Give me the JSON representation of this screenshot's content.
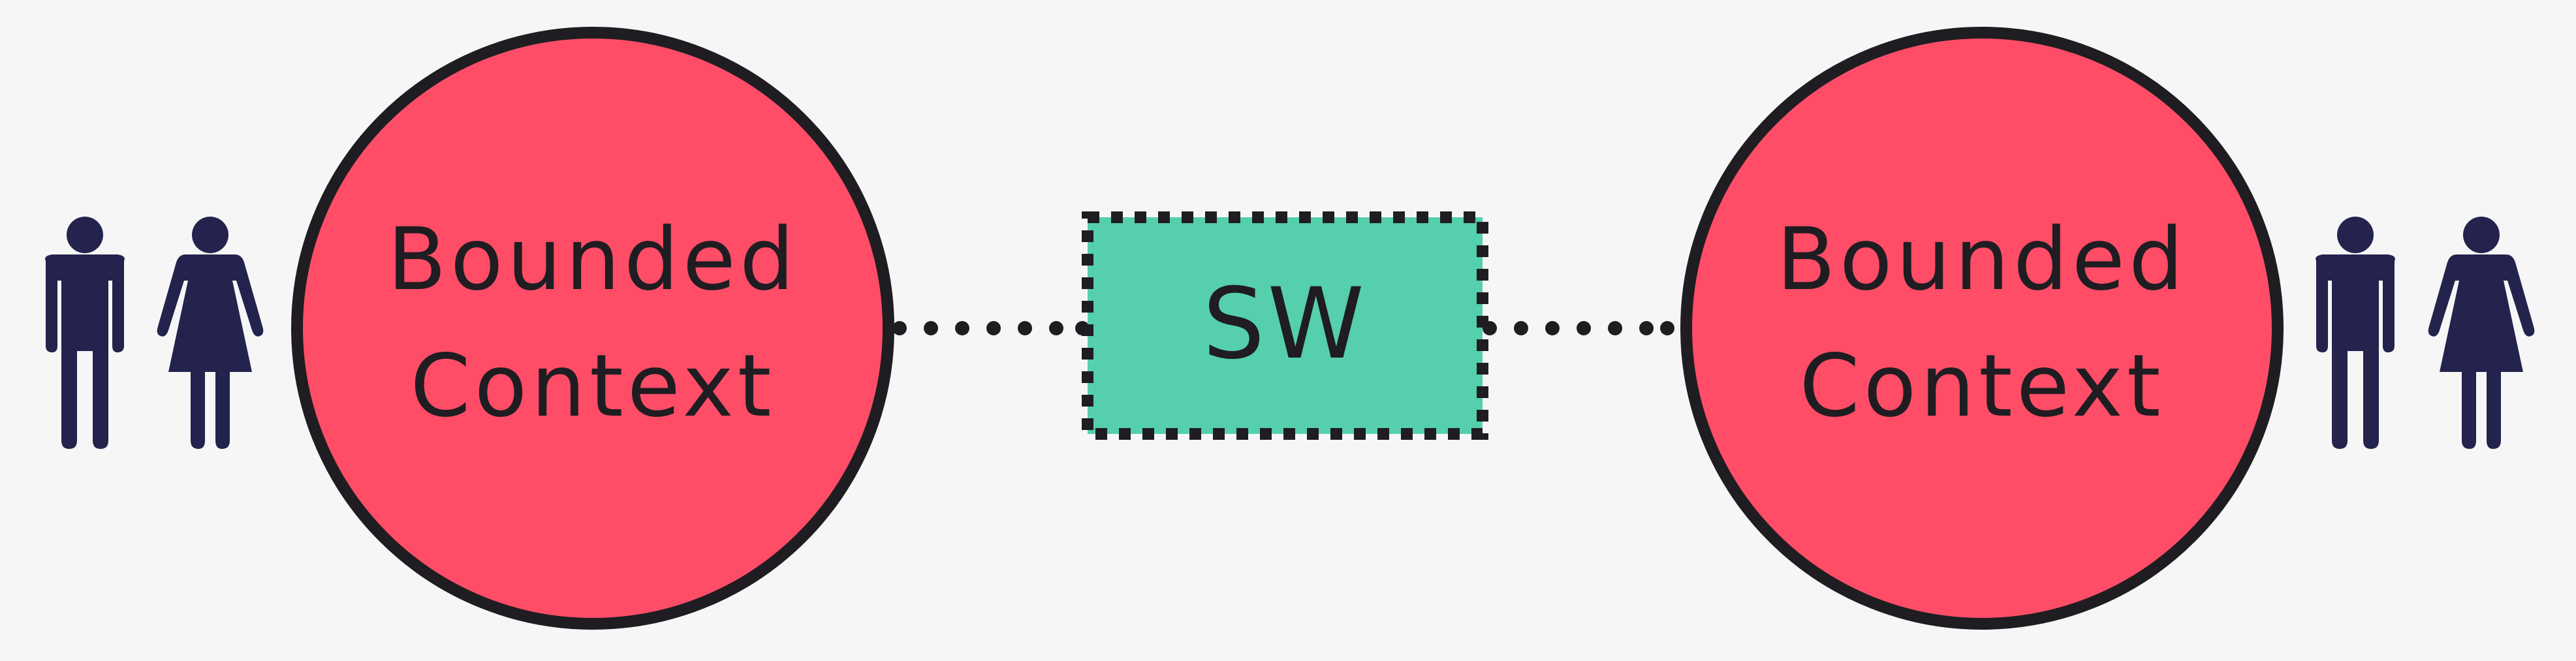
{
  "diagram": {
    "left_context": {
      "line1": "Bounded",
      "line2": "Context"
    },
    "right_context": {
      "line1": "Bounded",
      "line2": "Context"
    },
    "shared_box": {
      "label": "SW"
    },
    "people_icons": [
      "man-icon",
      "woman-icon"
    ]
  },
  "colors": {
    "background": "#f6f6f6",
    "context_fill": "#ff4d67",
    "shared_fill": "#55cfae",
    "outline": "#1f1d21",
    "person": "#23234d"
  }
}
